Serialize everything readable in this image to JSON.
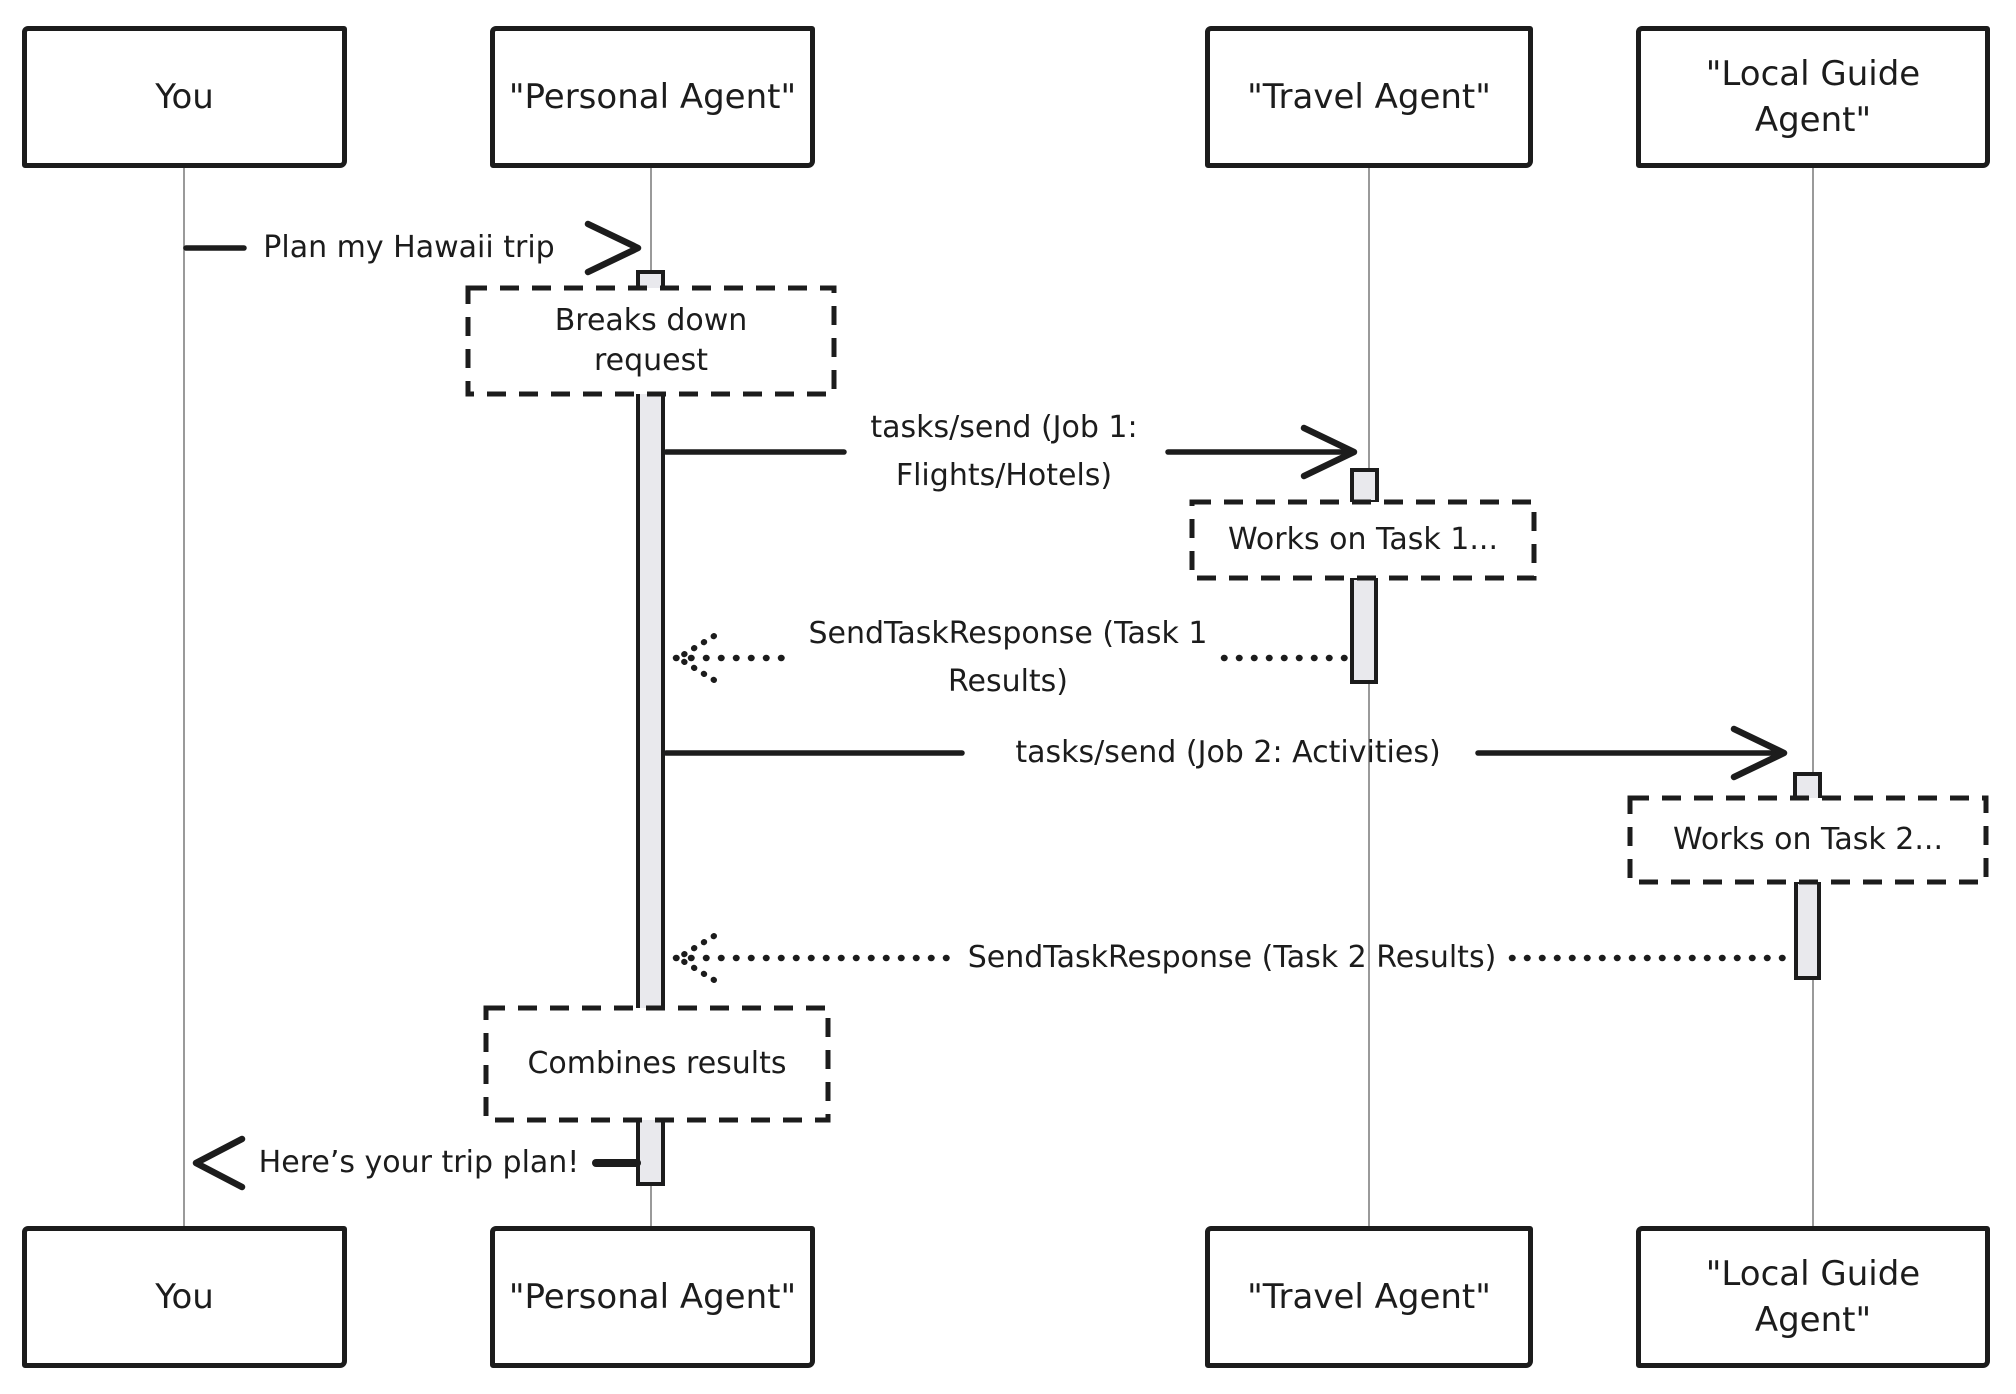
{
  "diagram": {
    "kind": "sequence-diagram",
    "style": "hand-drawn",
    "colors": {
      "background": "#ffffff",
      "ink": "#1c1c1c",
      "lifeline": "#9a9a9a",
      "activation_fill": "#e9e9ed"
    },
    "actors": [
      {
        "id": "you",
        "label": "You",
        "lines": [
          "You"
        ]
      },
      {
        "id": "personal",
        "label": "\"Personal Agent\"",
        "lines": [
          "\"Personal Agent\""
        ]
      },
      {
        "id": "travel",
        "label": "\"Travel Agent\"",
        "lines": [
          "\"Travel Agent\""
        ]
      },
      {
        "id": "local",
        "label": "\"Local Guide Agent\"",
        "lines": [
          "\"Local Guide",
          "Agent\""
        ]
      }
    ],
    "messages": [
      {
        "from": "You",
        "to": "Personal Agent",
        "style": "solid",
        "direction": "right",
        "text": "Plan my Hawaii trip",
        "lines": [
          "Plan my Hawaii trip"
        ]
      },
      {
        "from": "Personal Agent",
        "to": "Travel Agent",
        "style": "solid",
        "direction": "right",
        "text": "tasks/send (Job 1: Flights/Hotels)",
        "lines": [
          "tasks/send (Job 1:",
          "Flights/Hotels)"
        ]
      },
      {
        "from": "Travel Agent",
        "to": "Personal Agent",
        "style": "dotted",
        "direction": "left",
        "text": "SendTaskResponse (Task 1 Results)",
        "lines": [
          "SendTaskResponse (Task 1",
          "Results)"
        ]
      },
      {
        "from": "Personal Agent",
        "to": "Local Guide Agent",
        "style": "solid",
        "direction": "right",
        "text": "tasks/send (Job 2: Activities)",
        "lines": [
          "tasks/send (Job 2: Activities)"
        ]
      },
      {
        "from": "Local Guide Agent",
        "to": "Personal Agent",
        "style": "dotted",
        "direction": "left",
        "text": "SendTaskResponse (Task 2 Results)",
        "lines": [
          "SendTaskResponse (Task 2 Results)"
        ]
      },
      {
        "from": "Personal Agent",
        "to": "You",
        "style": "solid",
        "direction": "left",
        "text": "Here’s your trip plan!",
        "lines": [
          "Here’s your trip plan!"
        ]
      }
    ],
    "notes": [
      {
        "on": "Personal Agent",
        "text": "Breaks down request",
        "lines": [
          "Breaks down",
          "request"
        ]
      },
      {
        "on": "Travel Agent",
        "text": "Works on Task 1...",
        "lines": [
          "Works on Task 1..."
        ]
      },
      {
        "on": "Local Guide Agent",
        "text": "Works on Task 2...",
        "lines": [
          "Works on Task 2..."
        ]
      },
      {
        "on": "Personal Agent",
        "text": "Combines results",
        "lines": [
          "Combines results"
        ]
      }
    ]
  }
}
